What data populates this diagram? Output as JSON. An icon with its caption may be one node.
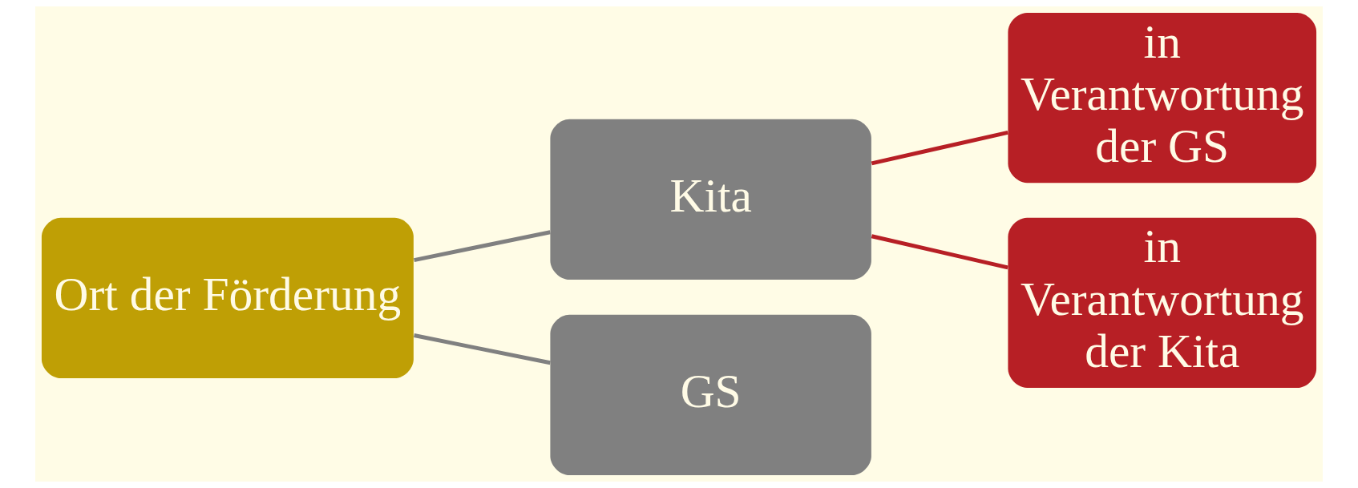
{
  "diagram": {
    "nodes": [
      {
        "text": [
          "Ort der Förderung"
        ]
      },
      {
        "text": [
          "Kita"
        ]
      },
      {
        "text": [
          "GS"
        ]
      },
      {
        "text": [
          "in Verantwortung der GS"
        ]
      },
      {
        "text": [
          "in Verantwortung der Kita"
        ]
      }
    ],
    "edges": [
      {
        "from": 0,
        "to": 1,
        "arrow": "none"
      },
      {
        "from": 0,
        "to": 2,
        "arrow": "none"
      },
      {
        "from": 1,
        "to": 3,
        "arrow": "none",
        "color": "#b71f25"
      },
      {
        "from": 1,
        "to": 4,
        "arrow": "none",
        "color": "#b71f25"
      }
    ]
  }
}
